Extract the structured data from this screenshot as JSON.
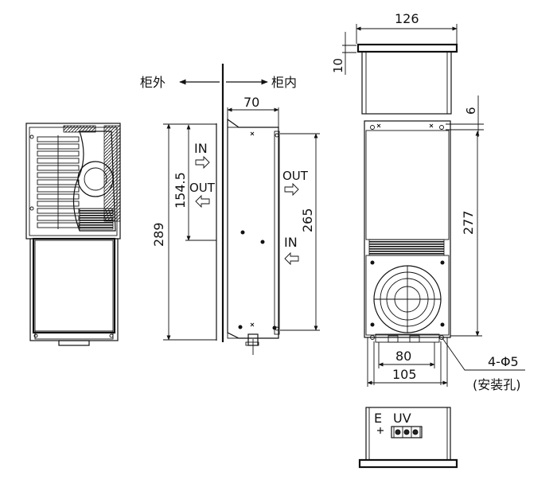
{
  "labels": {
    "outside": "柜外",
    "inside": "柜内",
    "in": "IN",
    "out": "OUT",
    "in2": "IN",
    "out2": "OUT",
    "mount_holes": "4-Φ5",
    "mount_holes_note": "(安装孔)",
    "terminal_e": "E",
    "terminal_uv": "UV"
  },
  "dimensions": {
    "d126": "126",
    "d10": "10",
    "d70": "70",
    "d6": "6",
    "d154": "154.5",
    "d289": "289",
    "d265": "265",
    "d277": "277",
    "d80": "80",
    "d105": "105"
  }
}
